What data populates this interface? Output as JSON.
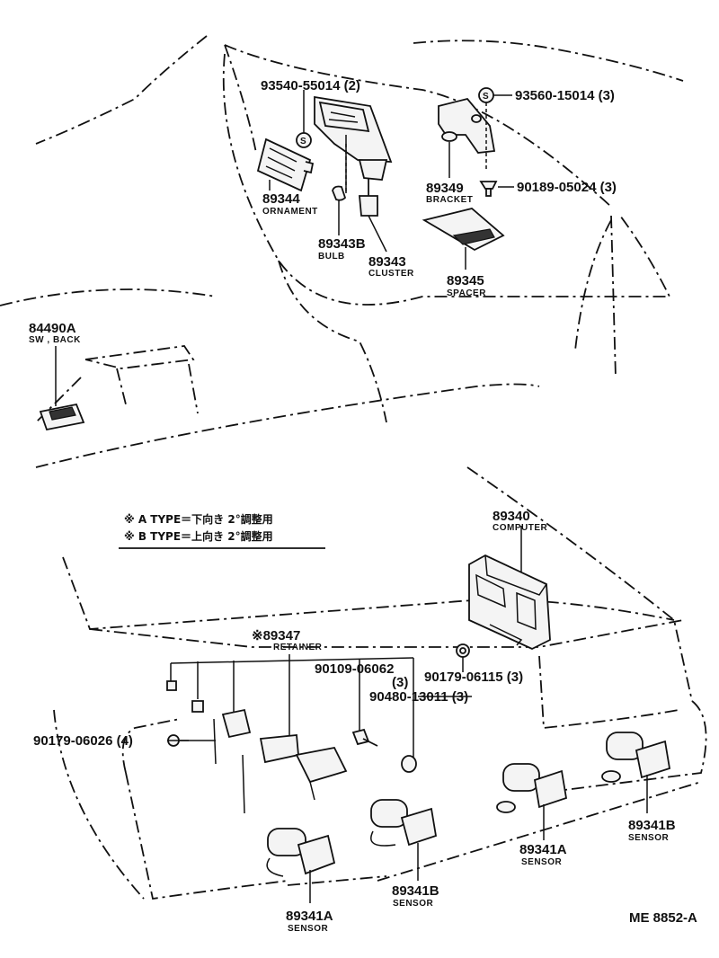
{
  "diagram": {
    "labels": {
      "p93540": "93540-55014 (2)",
      "p93560": "93560-15014 (3)",
      "p89344_num": "89344",
      "p89344_name": "ORNAMENT",
      "p89343b_num": "89343B",
      "p89343b_name": "BULB",
      "p89343_num": "89343",
      "p89343_name": "CLUSTER",
      "p89349_num": "89349",
      "p89349_name": "BRACKET",
      "p90189": "90189-05024 (3)",
      "p89345_num": "89345",
      "p89345_name": "SPACER",
      "p84490a_num": "84490A",
      "p84490a_name": "SW , BACK",
      "p89340_num": "89340",
      "p89340_name": "COMPUTER",
      "note_a": "※ A TYPE＝下向き 2°調整用",
      "note_b": "※ B TYPE＝上向き 2°調整用",
      "p89347_num": "※89347",
      "p89347_name": "RETAINER",
      "p90109": "90109-06062",
      "p90109_qty": "(3)",
      "p90179_61": "90179-06115 (3)",
      "p90480": "90480-13011 (3)",
      "p90179_26": "90179-06026 (4)",
      "s1_num": "89341A",
      "s1_name": "SENSOR",
      "s2_num": "89341B",
      "s2_name": "SENSOR",
      "s3_num": "89341A",
      "s3_name": "SENSOR",
      "s4_num": "89341B",
      "s4_name": "SENSOR",
      "code": "ME 8852-A"
    },
    "screw_symbol": "S"
  }
}
